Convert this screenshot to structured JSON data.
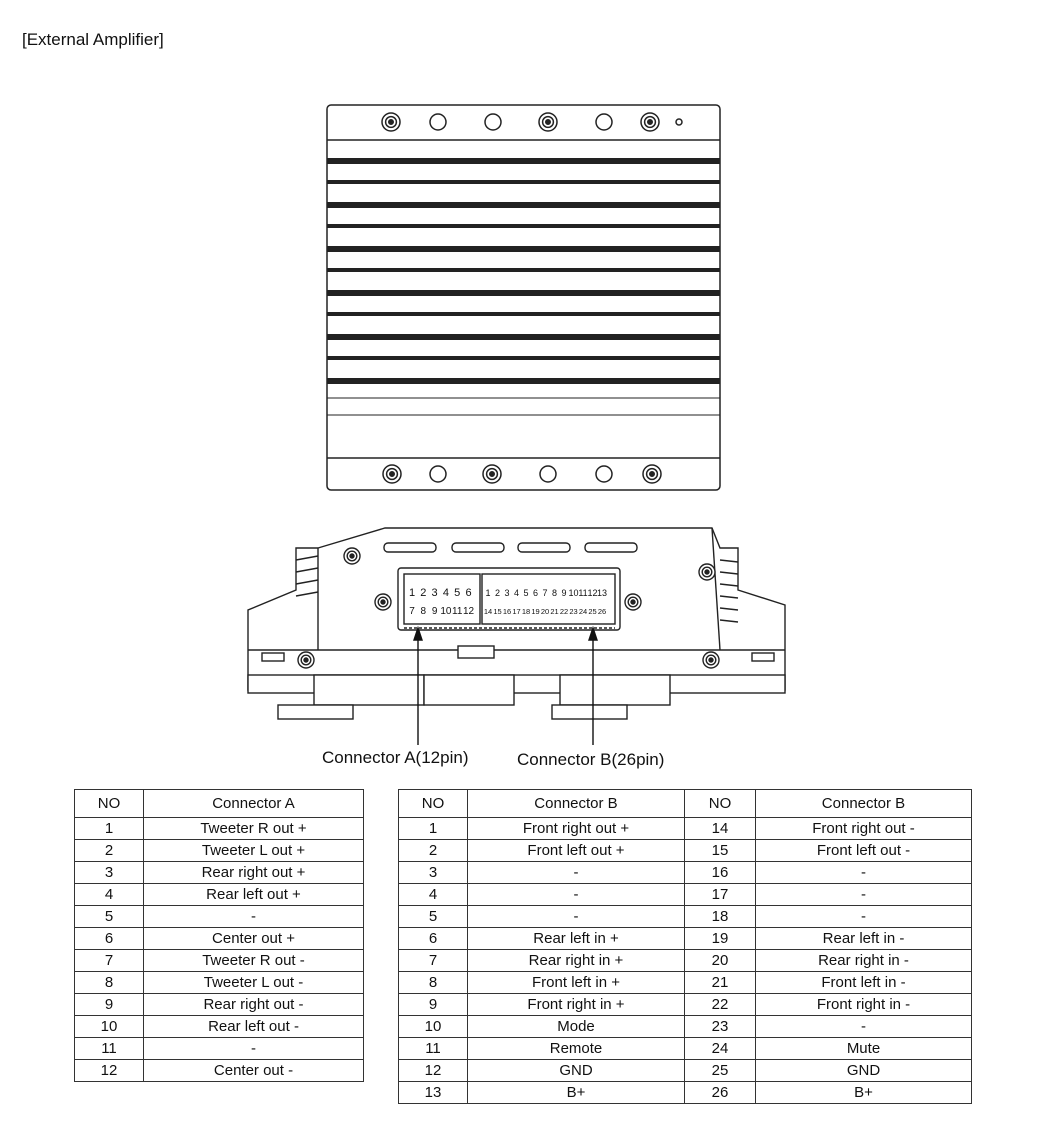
{
  "title": "[External Amplifier]",
  "captions": {
    "connector_a": "Connector A(12pin)",
    "connector_b": "Connector B(26pin)"
  },
  "connector_face": {
    "a_top": [
      "1",
      "2",
      "3",
      "4",
      "5",
      "6"
    ],
    "a_bottom": [
      "7",
      "8",
      "9",
      "10",
      "11",
      "12"
    ],
    "b_top": [
      "1",
      "2",
      "3",
      "4",
      "5",
      "6",
      "7",
      "8",
      "9",
      "10",
      "11",
      "12",
      "13"
    ],
    "b_bottom": [
      "14",
      "15",
      "16",
      "17",
      "18",
      "19",
      "20",
      "21",
      "22",
      "23",
      "24",
      "25",
      "26"
    ]
  },
  "table_a": {
    "headers": [
      "NO",
      "Connector A"
    ],
    "rows": [
      [
        "1",
        "Tweeter R out +"
      ],
      [
        "2",
        "Tweeter L out +"
      ],
      [
        "3",
        "Rear right out +"
      ],
      [
        "4",
        "Rear left out +"
      ],
      [
        "5",
        "-"
      ],
      [
        "6",
        "Center out +"
      ],
      [
        "7",
        "Tweeter R out -"
      ],
      [
        "8",
        "Tweeter L out -"
      ],
      [
        "9",
        "Rear right out -"
      ],
      [
        "10",
        "Rear left out -"
      ],
      [
        "11",
        "-"
      ],
      [
        "12",
        "Center out -"
      ]
    ]
  },
  "table_b": {
    "headers": [
      "NO",
      "Connector B",
      "NO",
      "Connector B"
    ],
    "rows": [
      [
        "1",
        "Front right out +",
        "14",
        "Front right out -"
      ],
      [
        "2",
        "Front left out +",
        "15",
        "Front left out -"
      ],
      [
        "3",
        "-",
        "16",
        "-"
      ],
      [
        "4",
        "-",
        "17",
        "-"
      ],
      [
        "5",
        "-",
        "18",
        "-"
      ],
      [
        "6",
        "Rear left in +",
        "19",
        "Rear left in -"
      ],
      [
        "7",
        "Rear right in +",
        "20",
        "Rear right in -"
      ],
      [
        "8",
        "Front left in +",
        "21",
        "Front left in -"
      ],
      [
        "9",
        "Front right in +",
        "22",
        "Front right in -"
      ],
      [
        "10",
        "Mode",
        "23",
        "-"
      ],
      [
        "11",
        "Remote",
        "24",
        "Mute"
      ],
      [
        "12",
        "GND",
        "25",
        "GND"
      ],
      [
        "13",
        "B+",
        "26",
        "B+"
      ]
    ]
  }
}
